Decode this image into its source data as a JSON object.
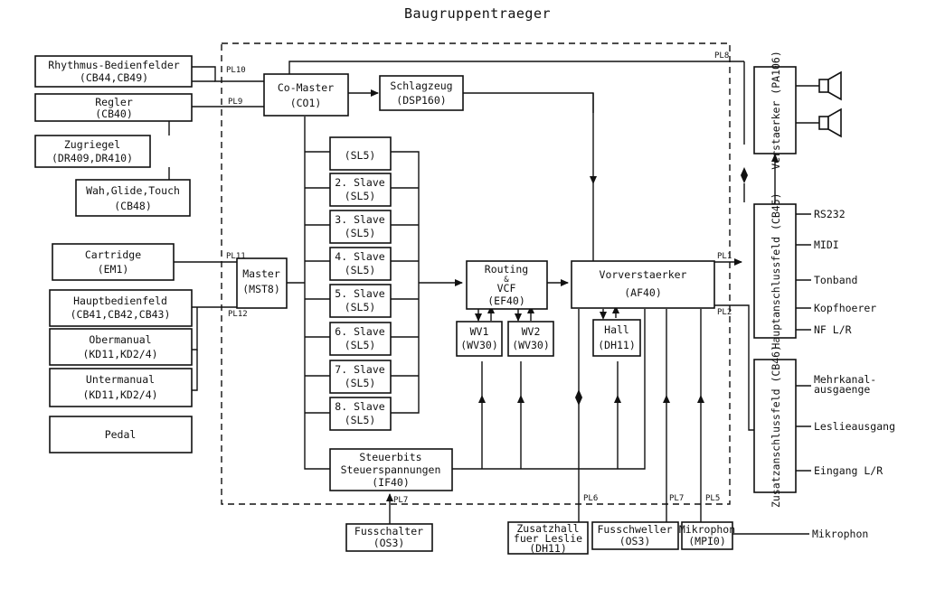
{
  "title": "Baugruppentraeger",
  "boxes": {
    "rhythmus": [
      "Rhythmus-Bedienfelder",
      "(CB44,CB49)"
    ],
    "regler": [
      "Regler",
      "(CB40)"
    ],
    "zugriegel": [
      "Zugriegel",
      "(DR409,DR410)"
    ],
    "wah": [
      "Wah,Glide,Touch",
      "(CB48)"
    ],
    "cartridge": [
      "Cartridge",
      "(EM1)"
    ],
    "hauptbedienfeld": [
      "Hauptbedienfeld",
      "(CB41,CB42,CB43)"
    ],
    "obermanual": [
      "Obermanual",
      "(KD11,KD2/4)"
    ],
    "untermanual": [
      "Untermanual",
      "(KD11,KD2/4)"
    ],
    "pedal": [
      "Pedal"
    ],
    "comaster": [
      "Co-Master",
      "(CO1)"
    ],
    "schlagzeug": [
      "Schlagzeug",
      "(DSP160)"
    ],
    "master": [
      "Master",
      "(MST8)"
    ],
    "slave1": [
      "(SL5)"
    ],
    "slave2": [
      "2. Slave",
      "(SL5)"
    ],
    "slave3": [
      "3. Slave",
      "(SL5)"
    ],
    "slave4": [
      "4. Slave",
      "(SL5)"
    ],
    "slave5": [
      "5. Slave",
      "(SL5)"
    ],
    "slave6": [
      "6. Slave",
      "(SL5)"
    ],
    "slave7": [
      "7. Slave",
      "(SL5)"
    ],
    "slave8": [
      "8. Slave",
      "(SL5)"
    ],
    "routing": [
      "Routing",
      "&",
      "VCF",
      "(EF40)"
    ],
    "wv1": [
      "WV1",
      "(WV30)"
    ],
    "wv2": [
      "WV2",
      "(WV30)"
    ],
    "vorverstaerker": [
      "Vorverstaerker",
      "(AF40)"
    ],
    "hall": [
      "Hall",
      "(DH11)"
    ],
    "steuerbits": [
      "Steuerbits",
      "Steuerspannungen",
      "(IF40)"
    ],
    "fusschalter": [
      "Fusschalter",
      "(OS3)"
    ],
    "zusatzhall": [
      "Zusatzhall",
      "fuer Leslie",
      "(DH11)"
    ],
    "fusschweller": [
      "Fusschweller",
      "(OS3)"
    ],
    "mikrophon_box": [
      "Mikrophon",
      "(MPI0)"
    ],
    "verstaerker": "Verstaerker (PA106)",
    "hauptanschluss": "Hauptanschlussfeld (CB45)",
    "zusatzanschluss": "Zusatzanschlussfeld (CB46)"
  },
  "connectors": {
    "pl10": "PL10",
    "pl9": "PL9",
    "pl11": "PL11",
    "pl12": "PL12",
    "pl8": "PL8",
    "pl1": "PL1",
    "pl2": "PL2",
    "pl6": "PL6",
    "pl7_top": "PL7",
    "pl5": "PL5",
    "pl7_left": "PL7"
  },
  "outputs": {
    "rs232": "RS232",
    "midi": "MIDI",
    "tonband": "Tonband",
    "kopfhoerer": "Kopfhoerer",
    "nf": "NF L/R",
    "mehrkanal": [
      "Mehrkanal-",
      "ausgaenge"
    ],
    "leslie": "Leslieausgang",
    "eingang": "Eingang L/R",
    "mikrophon": "Mikrophon"
  }
}
